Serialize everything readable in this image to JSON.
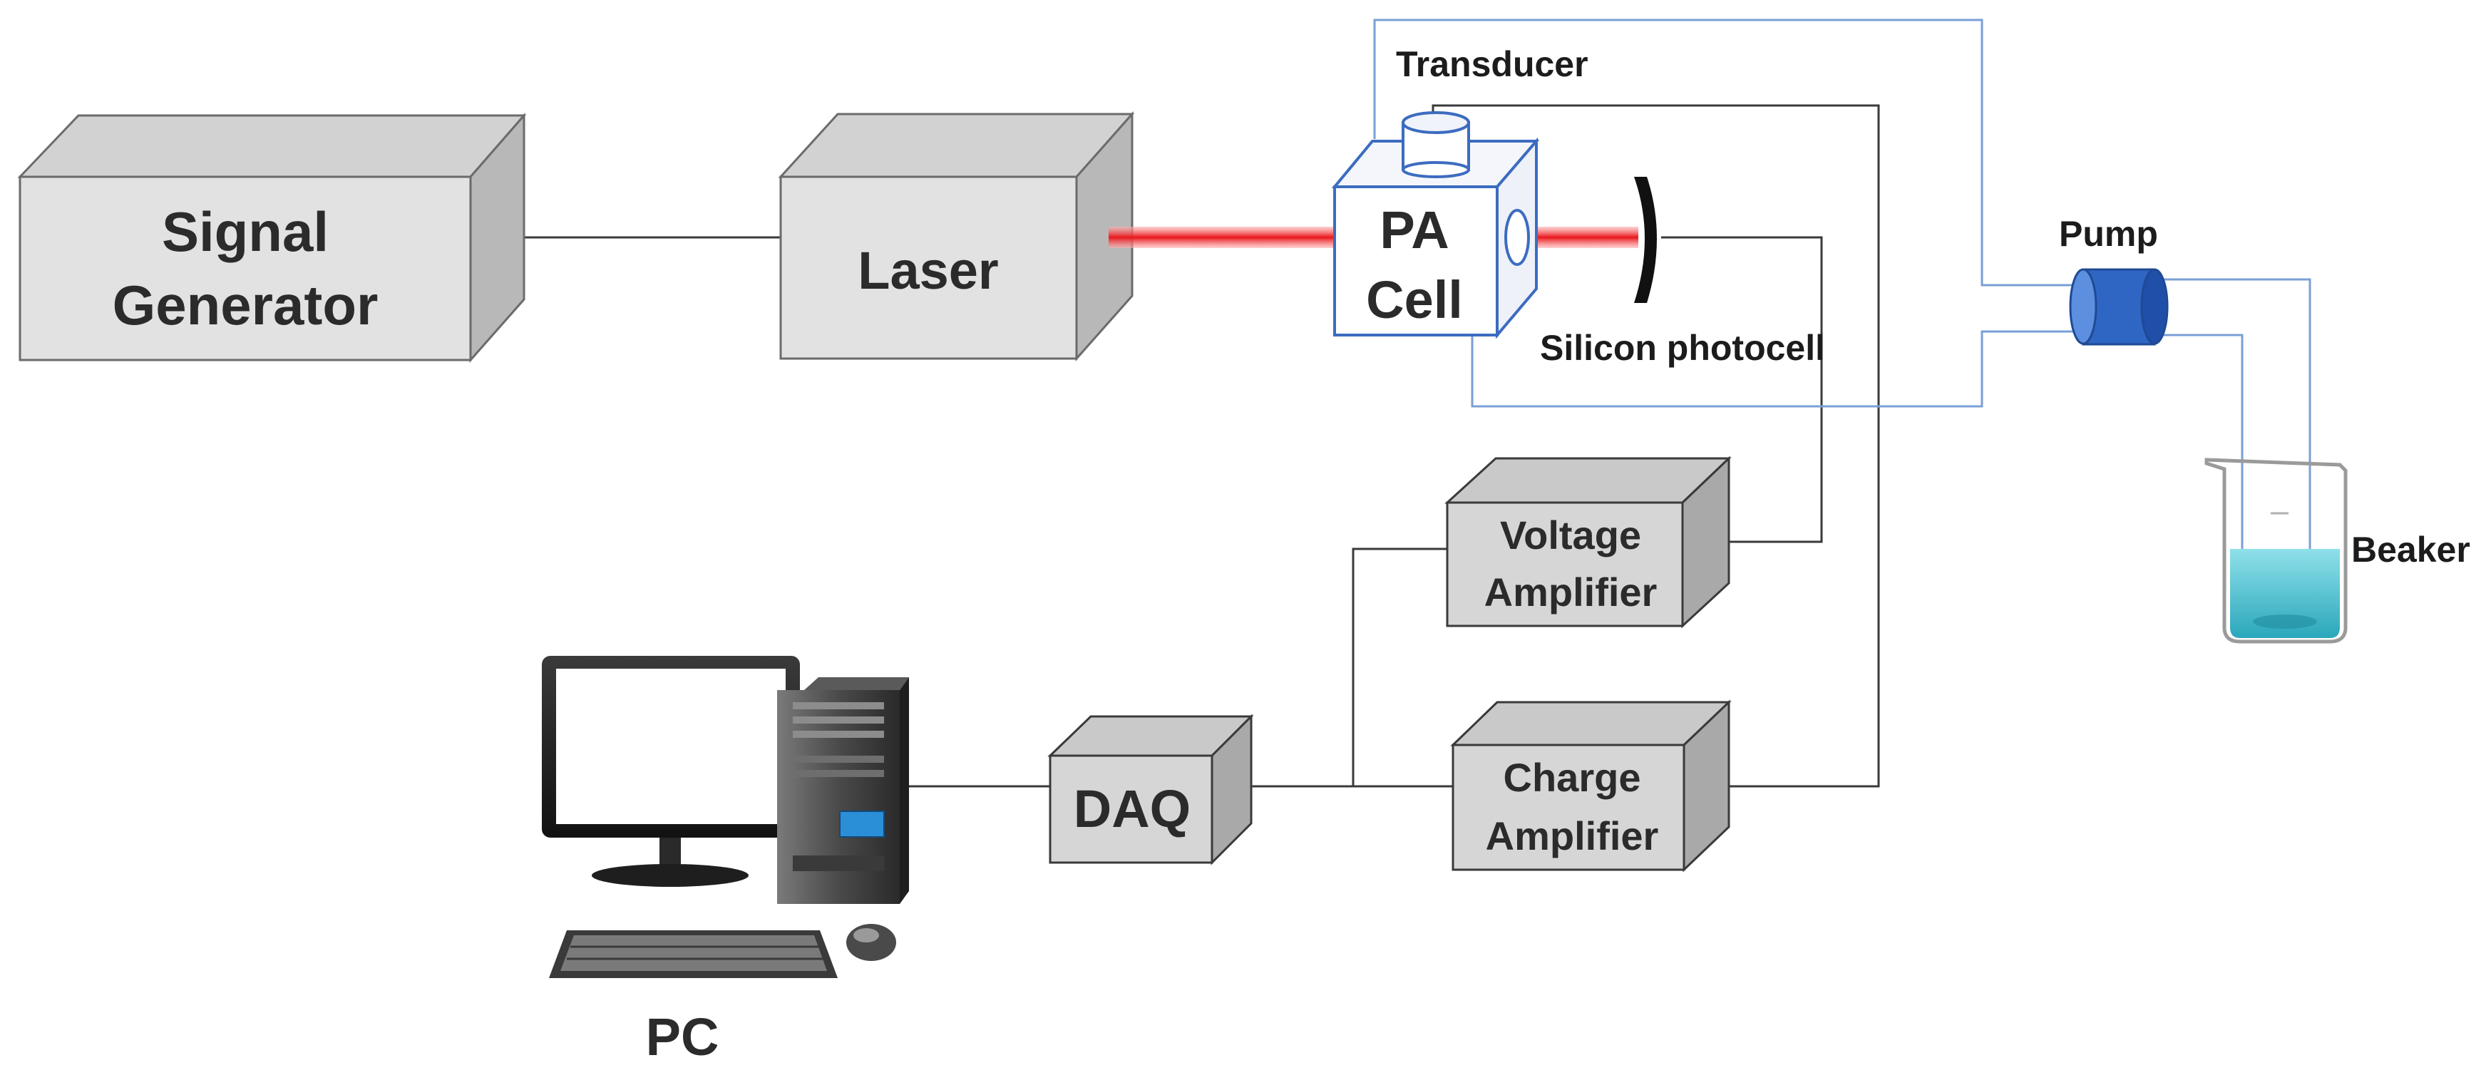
{
  "labels": {
    "signal_generator_line1": "Signal",
    "signal_generator_line2": "Generator",
    "laser": "Laser",
    "pa_cell_line1": "PA",
    "pa_cell_line2": "Cell",
    "transducer": "Transducer",
    "silicon_photocell": "Silicon photocell",
    "pump": "Pump",
    "beaker": "Beaker",
    "voltage_amplifier_line1": "Voltage",
    "voltage_amplifier_line2": "Amplifier",
    "charge_amplifier_line1": "Charge",
    "charge_amplifier_line2": "Amplifier",
    "daq": "DAQ",
    "pc": "PC"
  },
  "colors": {
    "laser_beam": "#e8161b",
    "pipe": "#7a9fd6",
    "pa_cell_outline": "#3c6cc0",
    "pump_body": "#2f66c4",
    "beaker_liquid": "#3fb8c8",
    "wire": "#3a3a3a"
  }
}
